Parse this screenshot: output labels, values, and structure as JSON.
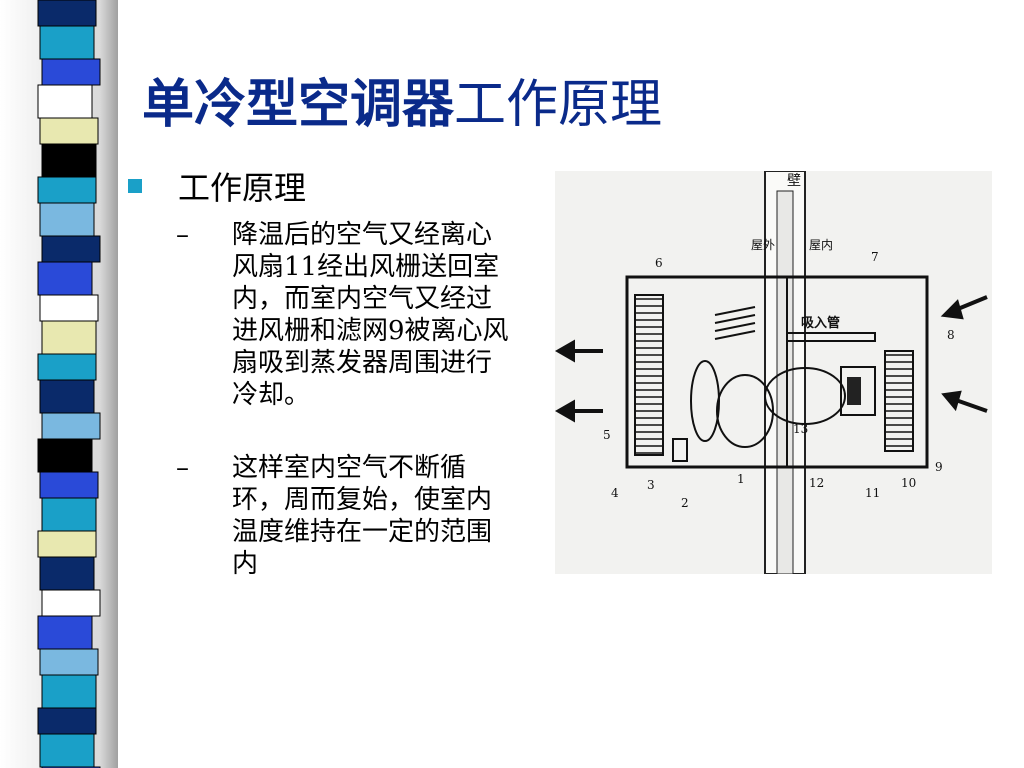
{
  "slide": {
    "title_bold": "单冷型空调器",
    "title_rest": "工作原理",
    "bullet": "工作原理",
    "sub_items": [
      {
        "dash": "–",
        "text": "降温后的空气又经离心风扇11经出风栅送回室内，而室内空气又经过进风栅和滤网9被离心风扇吸到蒸发器周围进行冷却。"
      },
      {
        "dash": "–",
        "text": "这样室内空气不断循环，周而复始，使室内温度维持在一定的范围内"
      }
    ]
  },
  "diagram": {
    "wall_label": "壁",
    "outdoor_label": "屋外",
    "indoor_label": "屋内",
    "suction_pipe_label": "吸入管",
    "part_numbers": [
      "1",
      "2",
      "3",
      "4",
      "5",
      "6",
      "7",
      "8",
      "9",
      "10",
      "11",
      "12",
      "13"
    ]
  },
  "colors": {
    "title": "#0a2a8a",
    "bullet": "#1aa0c8",
    "stripe_palette": [
      "#0a2a6a",
      "#1aa0c8",
      "#2a4ad8",
      "#e8e8b0",
      "#7ab8e0",
      "#000000",
      "#ffffff"
    ]
  }
}
